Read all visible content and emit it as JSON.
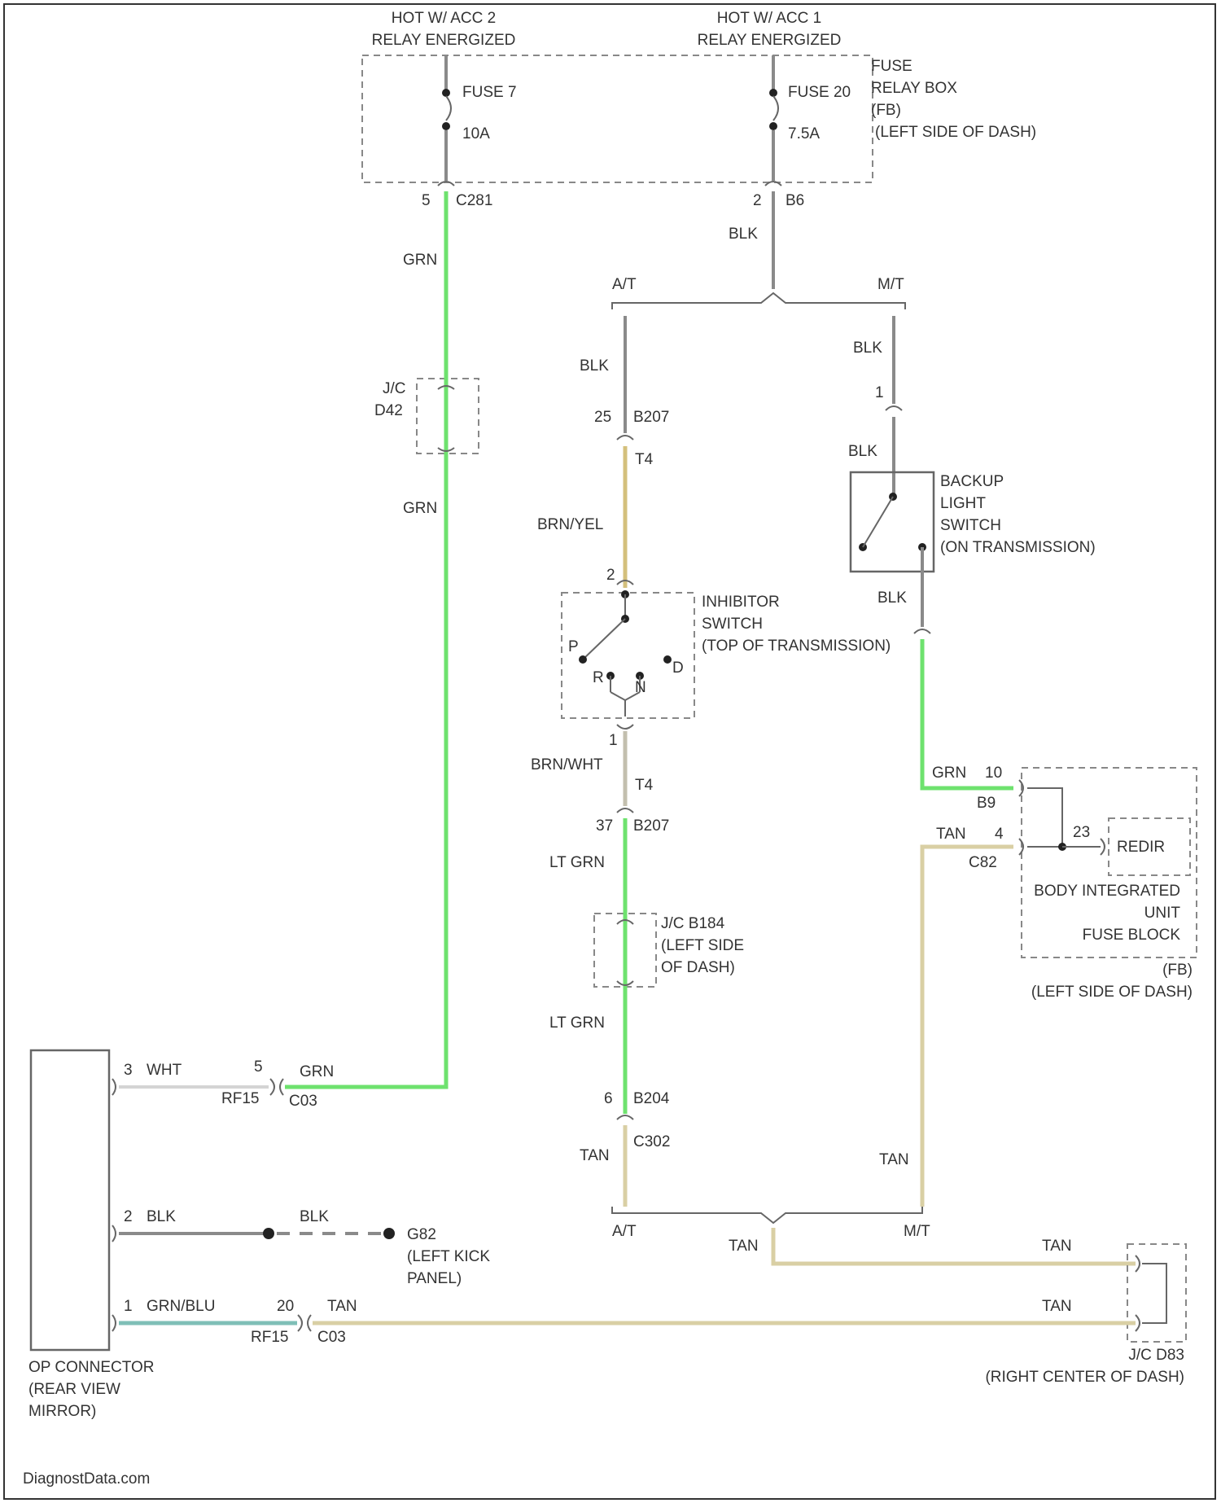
{
  "diagram": {
    "hot_left": [
      "HOT W/ ACC 2",
      "RELAY ENERGIZED"
    ],
    "hot_right": [
      "HOT W/ ACC 1",
      "RELAY ENERGIZED"
    ],
    "fuse7": {
      "name": "FUSE 7",
      "rating": "10A"
    },
    "fuse20": {
      "name": "FUSE 20",
      "rating": "7.5A"
    },
    "fuse_relay_box": [
      "FUSE",
      "RELAY BOX",
      "(FB)",
      "(LEFT SIDE OF DASH)"
    ],
    "c281": {
      "pin": "5",
      "connector": "C281"
    },
    "c_right": {
      "pin": "2",
      "connector": "B6"
    },
    "wire_grn": "GRN",
    "wire_blk": "BLK",
    "branch_at": "A/T",
    "branch_mt": "M/T",
    "jc_d42": [
      "J/C",
      "D42"
    ],
    "c207_top": {
      "pin": "25",
      "connector": "B207"
    },
    "t4_top": "T4",
    "brn_yel": "BRN/YEL",
    "pin_1": "1",
    "backup_switch": [
      "BACKUP",
      "LIGHT",
      "SWITCH",
      "(ON TRANSMISSION)"
    ],
    "inhibitor_switch": [
      "INHIBITOR",
      "SWITCH",
      "(TOP OF TRANSMISSION)"
    ],
    "inhibitor_pin_top": "2",
    "inhibitor_pin_bottom": "1",
    "pos_p": "P",
    "pos_r": "R",
    "pos_n": "N",
    "pos_d": "D",
    "brn_wht": "BRN/WHT",
    "t4_bottom": "T4",
    "c207_bottom": {
      "pin": "37",
      "connector": "B207"
    },
    "lt_grn": "LT GRN",
    "jc_b184": [
      "J/C B184",
      "(LEFT SIDE",
      "OF DASH)"
    ],
    "c204": {
      "pin": "6",
      "connector": "B204"
    },
    "c302": "C302",
    "tan": "TAN",
    "biu_top": {
      "wire": "GRN",
      "pin": "10",
      "connector": "B9"
    },
    "biu_bottom": {
      "wire": "TAN",
      "pin": "4",
      "connector": "C82"
    },
    "biu_inner_pin": "23",
    "biu_box_label": "REDIR",
    "biu": [
      "BODY INTEGRATED",
      "UNIT",
      "FUSE BLOCK",
      "(FB)",
      "(LEFT SIDE OF DASH)"
    ],
    "op_pin3": {
      "pin": "3",
      "wire": "WHT"
    },
    "op_pin2": {
      "pin": "2",
      "wire": "BLK"
    },
    "op_pin1": {
      "pin": "1",
      "wire": "GRN/BLU"
    },
    "rf15_top": {
      "pin": "5",
      "connector": "RF15",
      "wire": "GRN",
      "conn2": "C03"
    },
    "rf15_bottom": {
      "pin": "20",
      "connector": "RF15",
      "wire": "TAN",
      "conn2": "C03"
    },
    "blk_ground": "BLK",
    "ground": [
      "G82",
      "(LEFT KICK",
      "PANEL)"
    ],
    "jc_d83": [
      "J/C D83",
      "(RIGHT CENTER OF DASH)"
    ],
    "op_connector": [
      "OP CONNECTOR",
      "(REAR VIEW",
      "MIRROR)"
    ],
    "watermark": "DiagnostData.com"
  }
}
